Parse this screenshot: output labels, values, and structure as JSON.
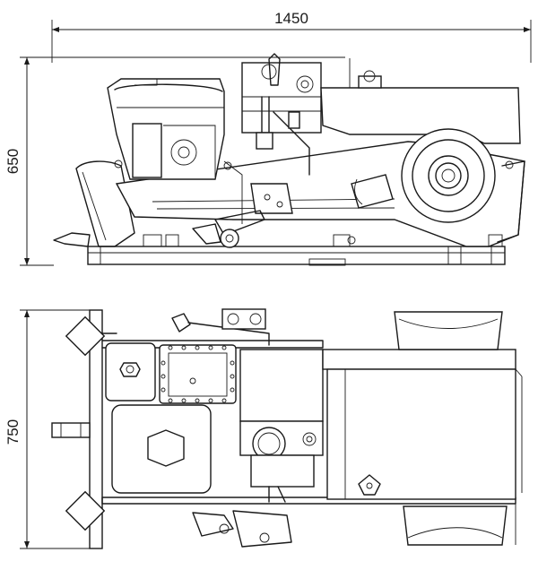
{
  "dimensions": {
    "overall_length": "1450",
    "height": "650",
    "width": "750"
  }
}
